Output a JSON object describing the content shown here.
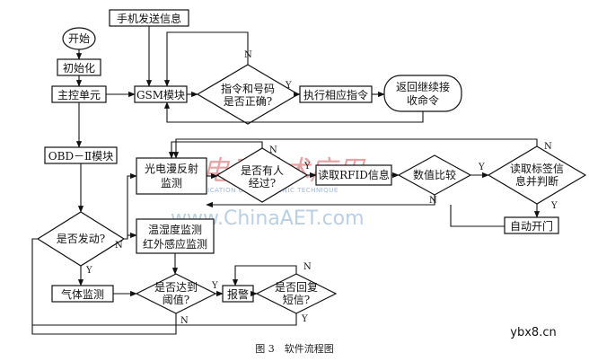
{
  "nodes": {
    "start": "开始",
    "init": "初始化",
    "main_unit": "主控单元",
    "phone_send": "手机发送信息",
    "gsm": "GSM模块",
    "cmd_check_1": "指令和号码",
    "cmd_check_2": "是否正确?",
    "exec_cmd": "执行相应指令",
    "return_wait_1": "返回继续接",
    "return_wait_2": "收命令",
    "obd": "OBD－Ⅱ模块",
    "photo_1": "光电漫反射",
    "photo_2": "监测",
    "someone_1": "是否有人",
    "someone_2": "经过?",
    "read_rfid": "读取RFID信息",
    "compare": "数值比较",
    "read_tag_1": "读取标签信",
    "read_tag_2": "息并判断",
    "auto_open": "自动开门",
    "started": "是否发动?",
    "temp_1": "温湿度监测",
    "temp_2": "红外感应监测",
    "gas": "气体监测",
    "threshold_1": "是否达到",
    "threshold_2": "阈值?",
    "alarm": "报警",
    "reply_1": "是否回复",
    "reply_2": "短信?"
  },
  "edge_labels": {
    "yes": "Y",
    "no": "N"
  },
  "caption": "图 3　软件流程图",
  "watermark": {
    "main": "www.ChinaAET.com",
    "sub": "APPLICATION OF ELECTRONIC TECHNIQUE",
    "logo": "电子技术应用"
  },
  "site_mark": "ybx8.cn"
}
